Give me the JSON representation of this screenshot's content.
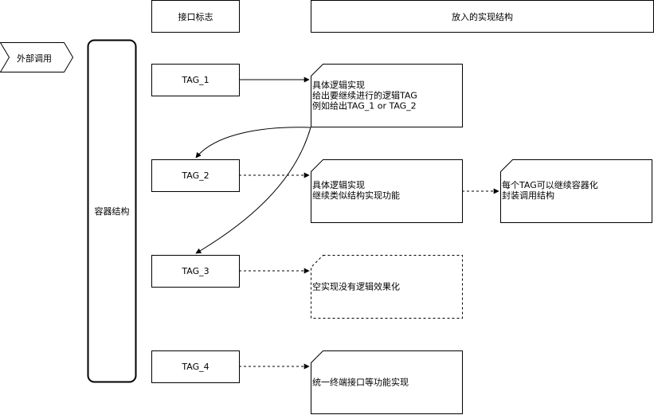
{
  "headers": {
    "interface_flag": "接口标志",
    "implementation_structure": "放入的实现结构"
  },
  "external_call": "外部调用",
  "container_structure": "容器结构",
  "tags": [
    "TAG_1",
    "TAG_2",
    "TAG_3",
    "TAG_4"
  ],
  "implementations": {
    "impl_1": [
      "具体逻辑实现",
      "给出要继续进行的逻辑TAG",
      "例如给出TAG_1 or TAG_2"
    ],
    "impl_2": [
      "具体逻辑实现",
      "继续类似结构实现功能"
    ],
    "impl_3": [
      "空实现没有逻辑效果化"
    ],
    "impl_4": [
      "统一终端接口等功能实现"
    ],
    "impl_5": [
      "每个TAG可以继续容器化",
      "封装调用结构"
    ]
  }
}
